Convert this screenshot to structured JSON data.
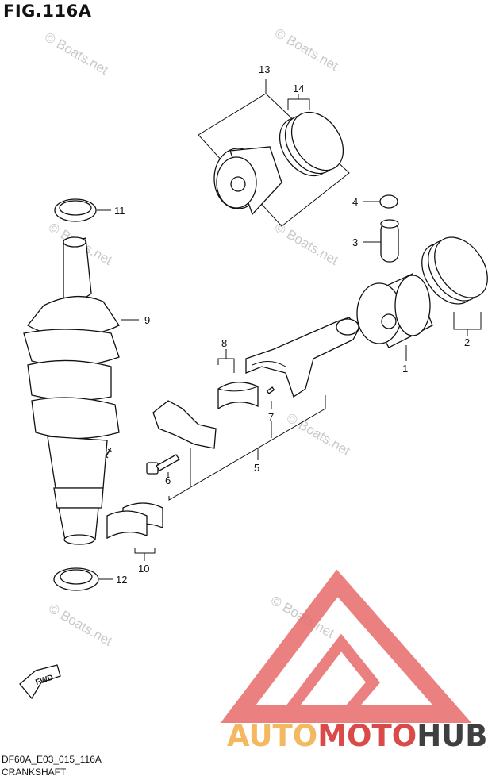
{
  "figure": {
    "title": "FIG.116A",
    "model_code": "DF60A_E03_015_116A",
    "section": "CRANKSHAFT"
  },
  "callouts": [
    {
      "id": "1",
      "part": "piston"
    },
    {
      "id": "2",
      "part": "piston-rings"
    },
    {
      "id": "3",
      "part": "piston-pin"
    },
    {
      "id": "4",
      "part": "circlip"
    },
    {
      "id": "5",
      "part": "connecting-rod-set"
    },
    {
      "id": "6",
      "part": "conrod-bolt"
    },
    {
      "id": "7",
      "part": "dowel-pin"
    },
    {
      "id": "8",
      "part": "conrod-bearing"
    },
    {
      "id": "9",
      "part": "crankshaft"
    },
    {
      "id": "10",
      "part": "crankshaft-bearing"
    },
    {
      "id": "11",
      "part": "oil-seal-upper"
    },
    {
      "id": "12",
      "part": "oil-seal-lower"
    },
    {
      "id": "13",
      "part": "piston-set"
    },
    {
      "id": "14",
      "part": "piston-ring-set"
    }
  ],
  "watermarks": {
    "small": "© Boats.net",
    "large": "© Boats.net"
  },
  "fwd_label": "FWD",
  "brand": {
    "part1": "AUTO",
    "part2": "MOTO",
    "part3": "HUB",
    "colors": {
      "auto": "#f4b860",
      "moto": "#d94a48",
      "hub": "#3f3f3f",
      "logo": "#e86a6a"
    }
  }
}
